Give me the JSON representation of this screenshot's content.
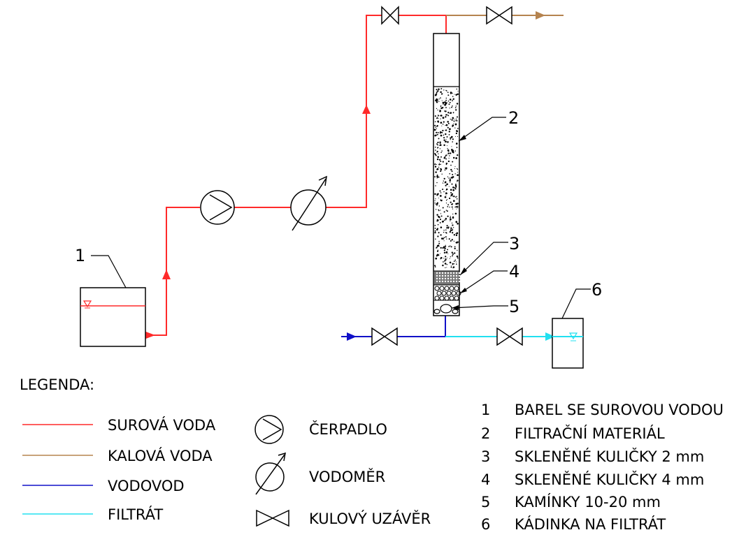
{
  "colors": {
    "raw_water": "#ff2a2a",
    "sludge_water": "#b5834f",
    "water_supply": "#1010c8",
    "filtrate": "#22e0f0",
    "outline": "#000000"
  },
  "callouts": [
    {
      "number": "1"
    },
    {
      "number": "2"
    },
    {
      "number": "3"
    },
    {
      "number": "4"
    },
    {
      "number": "5"
    },
    {
      "number": "6"
    }
  ],
  "legend": {
    "title": "LEGENDA:",
    "lines": [
      {
        "label": "SUROVÁ VODA",
        "color": "#ff2a2a"
      },
      {
        "label": "KALOVÁ VODA",
        "color": "#b5834f"
      },
      {
        "label": "VODOVOD",
        "color": "#1010c8"
      },
      {
        "label": "FILTRÁT",
        "color": "#22e0f0"
      }
    ],
    "symbols": [
      {
        "label": "ČERPADLO",
        "icon": "pump-icon"
      },
      {
        "label": "VODOMĚR",
        "icon": "water-meter-icon"
      },
      {
        "label": "KULOVÝ UZÁVĚR",
        "icon": "ball-valve-icon"
      }
    ],
    "items": [
      {
        "number": "1",
        "label": "BAREL SE SUROVOU VODOU"
      },
      {
        "number": "2",
        "label": "FILTRAČNÍ MATERIÁL"
      },
      {
        "number": "3",
        "label": "SKLENĚNÉ KULIČKY 2 mm"
      },
      {
        "number": "4",
        "label": "SKLENĚNÉ KULIČKY 4 mm"
      },
      {
        "number": "5",
        "label": "KAMÍNKY 10-20 mm"
      },
      {
        "number": "6",
        "label": "KÁDINKA NA FILTRÁT"
      }
    ]
  }
}
